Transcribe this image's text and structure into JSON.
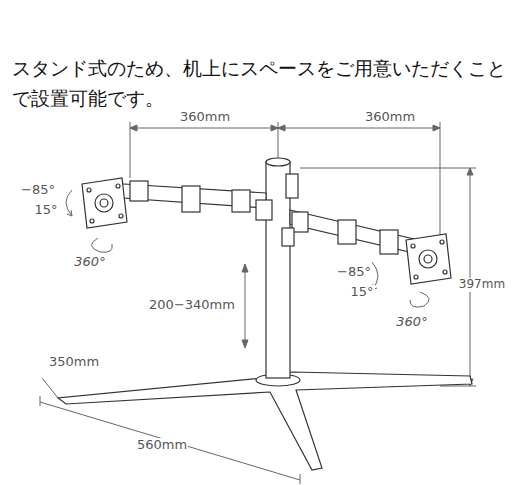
{
  "diagram": {
    "title": "スタンド式のため、机上にスペースをご用意いただくことで設置可能です。",
    "labels": [
      "360mm",
      "360mm",
      "−85°",
      "15°",
      "360°",
      "−85°",
      "15°",
      "360°",
      "200−340mm",
      "397mm",
      "350mm",
      "560mm"
    ]
  }
}
